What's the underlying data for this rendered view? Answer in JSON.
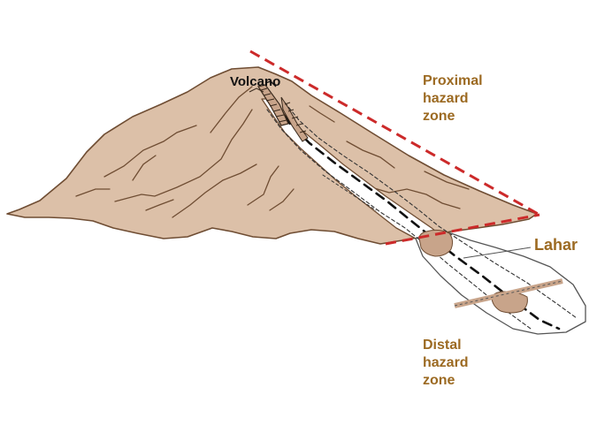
{
  "labels": {
    "volcano": "Volcano",
    "proximal": [
      "Proximal",
      "hazard",
      "zone"
    ],
    "distal": [
      "Distal",
      "hazard",
      "zone"
    ],
    "lahar": "Lahar"
  },
  "colors": {
    "mountain_fill": "#dcc0a8",
    "mountain_stroke": "#6f4d33",
    "deposit_fill": "#c8a48a",
    "hazard_line": "#cc2a2a",
    "label_text": "#9c6a22"
  }
}
